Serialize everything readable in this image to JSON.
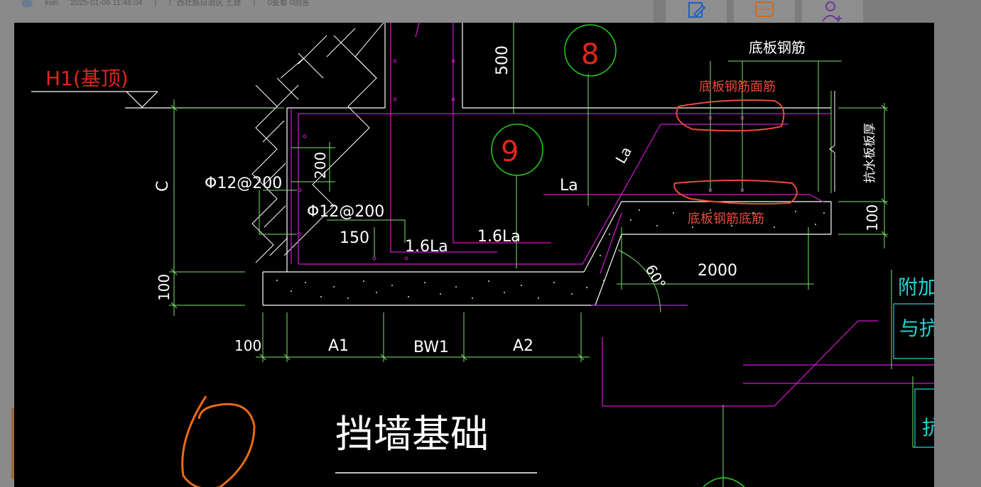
{
  "meta": {
    "author": "lixin",
    "datetime": "2025-01-06 11:46:04",
    "region": "广西壮族自治区 土建",
    "stats": "0查看 0回答"
  },
  "toolbar": {
    "edit_icon": "edit-icon",
    "comment_icon": "comment-icon",
    "follow_icon": "user-add-icon",
    "accent": "#1f5fbf"
  },
  "drawing": {
    "label_h1": "H1(基顶)",
    "label_phi_upper": "Φ12@200",
    "label_phi_lower": "Φ12@200",
    "label_c": "C",
    "label_200": "200",
    "label_150": "150",
    "label_1_6la_a": "1.6La",
    "label_1_6la_b": "1.6La",
    "label_500": "500",
    "label_la_h": "La",
    "label_la_d": "La",
    "label_circle_8": "8",
    "label_circle_9": "9",
    "label_floor_rebar": "底板钢筋",
    "label_top_rebar": "底板钢筋面筋",
    "label_bottom_rebar": "底板钢筋底筋",
    "label_slab_thickness": "抗水板板厚",
    "label_100_right": "100",
    "label_60": "60°",
    "label_2000": "2000",
    "label_100_left": "100",
    "label_100_bottom": "100",
    "label_a1": "A1",
    "label_bw1": "BW1",
    "label_a2": "A2",
    "label_title": "挡墙基础",
    "label_additional": "附加钢",
    "label_with_water": "与抗水",
    "label_partial": "抗"
  }
}
